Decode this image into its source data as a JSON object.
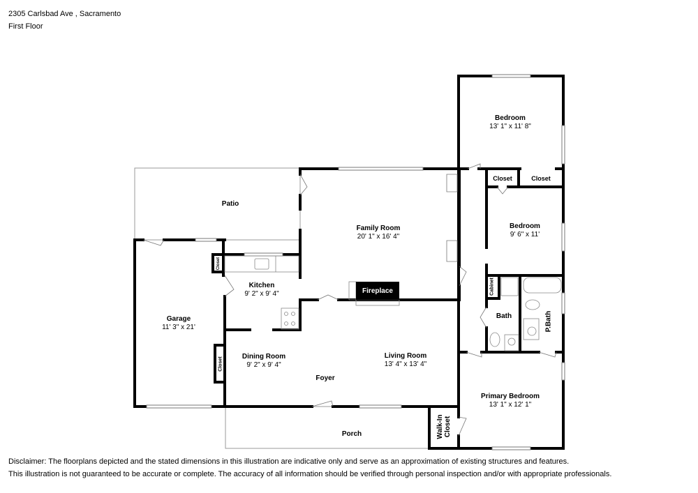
{
  "header": {
    "address": "2305 Carlsbad Ave , Sacramento",
    "floor": "First Floor"
  },
  "rooms": {
    "bedroom1": {
      "name": "Bedroom",
      "dims": "13' 1\" x 11' 8\""
    },
    "closet1": {
      "name": "Closet"
    },
    "closet2": {
      "name": "Closet"
    },
    "bedroom2": {
      "name": "Bedroom",
      "dims": "9' 6\" x 11'"
    },
    "cabinet": {
      "name": "Cabinet"
    },
    "bath": {
      "name": "Bath"
    },
    "pbath": {
      "name": "P.Bath"
    },
    "primary_bedroom": {
      "name": "Primary Bedroom",
      "dims": "13' 1\" x 12' 1\""
    },
    "walkin_closet": {
      "name": "Walk-In",
      "name2": "Closet"
    },
    "patio": {
      "name": "Patio"
    },
    "family_room": {
      "name": "Family Room",
      "dims": "20' 1\" x 16' 4\""
    },
    "fireplace": {
      "name": "Fireplace"
    },
    "kitchen_closet": {
      "name": "Closet"
    },
    "kitchen": {
      "name": "Kitchen",
      "dims": "9' 2\" x 9' 4\""
    },
    "garage": {
      "name": "Garage",
      "dims": "11' 3\" x 21'"
    },
    "garage_closet": {
      "name": "Closet"
    },
    "dining_room": {
      "name": "Dining Room",
      "dims": "9' 2\" x 9' 4\""
    },
    "living_room": {
      "name": "Living Room",
      "dims": "13' 4\" x 13' 4\""
    },
    "foyer": {
      "name": "Foyer"
    },
    "porch": {
      "name": "Porch"
    }
  },
  "disclaimer": {
    "line1": "Disclaimer: The floorplans depicted and the stated dimensions in this illustration are indicative only and serve as an approximation of existing structures and features.",
    "line2": "This illustration is not guaranteed to be accurate or complete. The accuracy of all information should be verified through personal inspection and/or with appropriate professionals."
  },
  "colors": {
    "wall": "#000000",
    "background": "#ffffff",
    "fixture": "#888888"
  }
}
